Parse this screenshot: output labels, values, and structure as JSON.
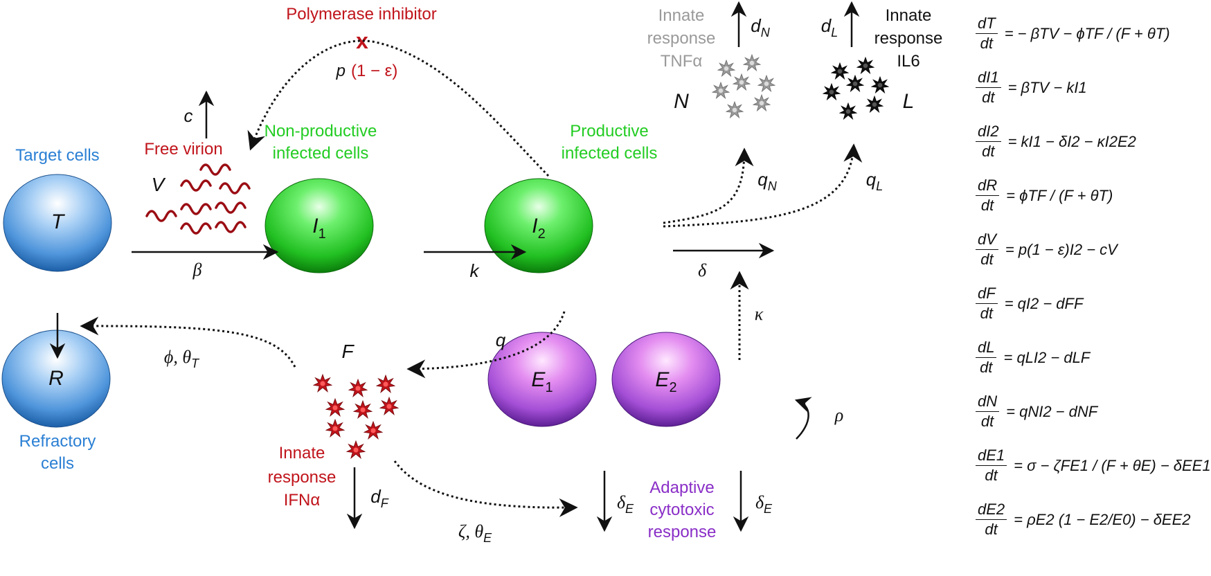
{
  "labels": {
    "polymerase_inhibitor": "Polymerase inhibitor",
    "p_factor": "p",
    "one_minus_eps": "(1 − ε)",
    "free_virion": "Free virion",
    "target_cells": "Target cells",
    "nonproductive": [
      "Non-productive",
      "infected cells"
    ],
    "productive": [
      "Productive",
      "infected cells"
    ],
    "refractory": [
      "Refractory",
      "cells"
    ],
    "innate_ifn": [
      "Innate",
      "response",
      "IFNα"
    ],
    "innate_tnf": [
      "Innate",
      "response",
      "TNFα"
    ],
    "innate_il6": [
      "Innate",
      "response",
      "IL6"
    ],
    "adaptive": [
      "Adaptive",
      "cytotoxic",
      "response"
    ]
  },
  "nodes": {
    "T": "T",
    "R": "R",
    "I1_base": "I",
    "I1_sub": "1",
    "I2_base": "I",
    "I2_sub": "2",
    "E1_base": "E",
    "E1_sub": "1",
    "E2_base": "E",
    "E2_sub": "2",
    "V": "V",
    "F": "F",
    "N": "N",
    "L": "L"
  },
  "params": {
    "c": "c",
    "beta": "β",
    "k": "k",
    "delta": "δ",
    "kappa": "κ",
    "rho": "ρ",
    "q": "q",
    "phi_theta": "ϕ, θ",
    "phi_theta_sub": "T",
    "zeta_theta": "ζ, θ",
    "zeta_theta_sub": "E",
    "dF": "d",
    "dF_sub": "F",
    "dN": "d",
    "dN_sub": "N",
    "dL": "d",
    "dL_sub": "L",
    "qN": "q",
    "qN_sub": "N",
    "qL": "q",
    "qL_sub": "L",
    "deltaE1": "δ",
    "deltaE1_sub": "E",
    "deltaE2": "δ",
    "deltaE2_sub": "E"
  },
  "equations": [
    {
      "lhs_num": "dT",
      "lhs_den": "dt",
      "rhs": "= − βTV − ϕTF / (F + θT)"
    },
    {
      "lhs_num": "dI1",
      "lhs_den": "dt",
      "rhs": "= βTV − kI1"
    },
    {
      "lhs_num": "dI2",
      "lhs_den": "dt",
      "rhs": "= kI1 − δI2 − κI2E2"
    },
    {
      "lhs_num": "dR",
      "lhs_den": "dt",
      "rhs": "= ϕTF / (F + θT)"
    },
    {
      "lhs_num": "dV",
      "lhs_den": "dt",
      "rhs": "= p(1 − ε)I2 − cV"
    },
    {
      "lhs_num": "dF",
      "lhs_den": "dt",
      "rhs": "= qI2 − dFF"
    },
    {
      "lhs_num": "dL",
      "lhs_den": "dt",
      "rhs": "= qLI2 − dLF"
    },
    {
      "lhs_num": "dN",
      "lhs_den": "dt",
      "rhs": "= qNI2 − dNF"
    },
    {
      "lhs_num": "dE1",
      "lhs_den": "dt",
      "rhs": "= σ − ζFE1 / (F + θE) − δEE1"
    },
    {
      "lhs_num": "dE2",
      "lhs_den": "dt",
      "rhs": "= ρE2 (1 − E2/E0) − δEE2"
    }
  ],
  "colors": {
    "target_blue": "#2a7fd4",
    "green": "#22cc22",
    "red": "#c0141b",
    "purple": "#8a2ec7",
    "gray": "#9a9a9a"
  }
}
